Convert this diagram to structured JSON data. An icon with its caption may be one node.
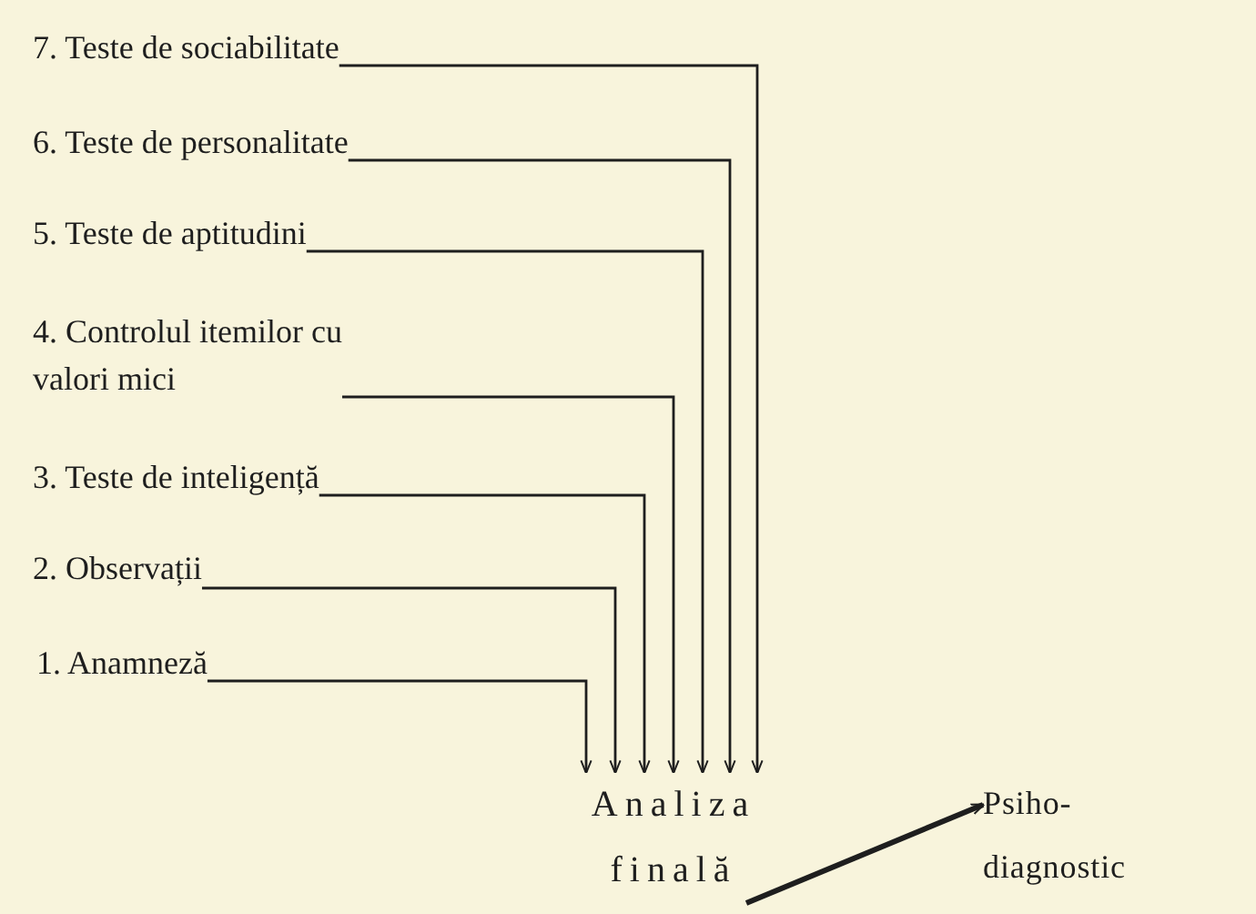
{
  "diagram": {
    "nodes": [
      {
        "text": [
          "7. Teste de sociabilitate"
        ]
      },
      {
        "text": [
          "6. Teste de personalitate"
        ]
      },
      {
        "text": [
          "5. Teste de aptitudini"
        ]
      },
      {
        "text": [
          "4. Controlul itemilor cu valori mici"
        ]
      },
      {
        "text": [
          "3. Teste de inteligență"
        ]
      },
      {
        "text": [
          "2. Observații"
        ]
      },
      {
        "text": [
          "1. Anamneză"
        ]
      },
      {
        "text": [
          "Analiza finală"
        ]
      },
      {
        "text": [
          "Psiho- diagnostic"
        ]
      }
    ],
    "edges": [
      {
        "from": 0,
        "to": 7,
        "arrow": "to"
      },
      {
        "from": 1,
        "to": 7,
        "arrow": "to"
      },
      {
        "from": 2,
        "to": 7,
        "arrow": "to"
      },
      {
        "from": 3,
        "to": 7,
        "arrow": "to"
      },
      {
        "from": 4,
        "to": 7,
        "arrow": "to"
      },
      {
        "from": 5,
        "to": 7,
        "arrow": "to"
      },
      {
        "from": 6,
        "to": 7,
        "arrow": "to"
      },
      {
        "from": 7,
        "to": 8,
        "arrow": "to",
        "style": "thick"
      }
    ]
  }
}
